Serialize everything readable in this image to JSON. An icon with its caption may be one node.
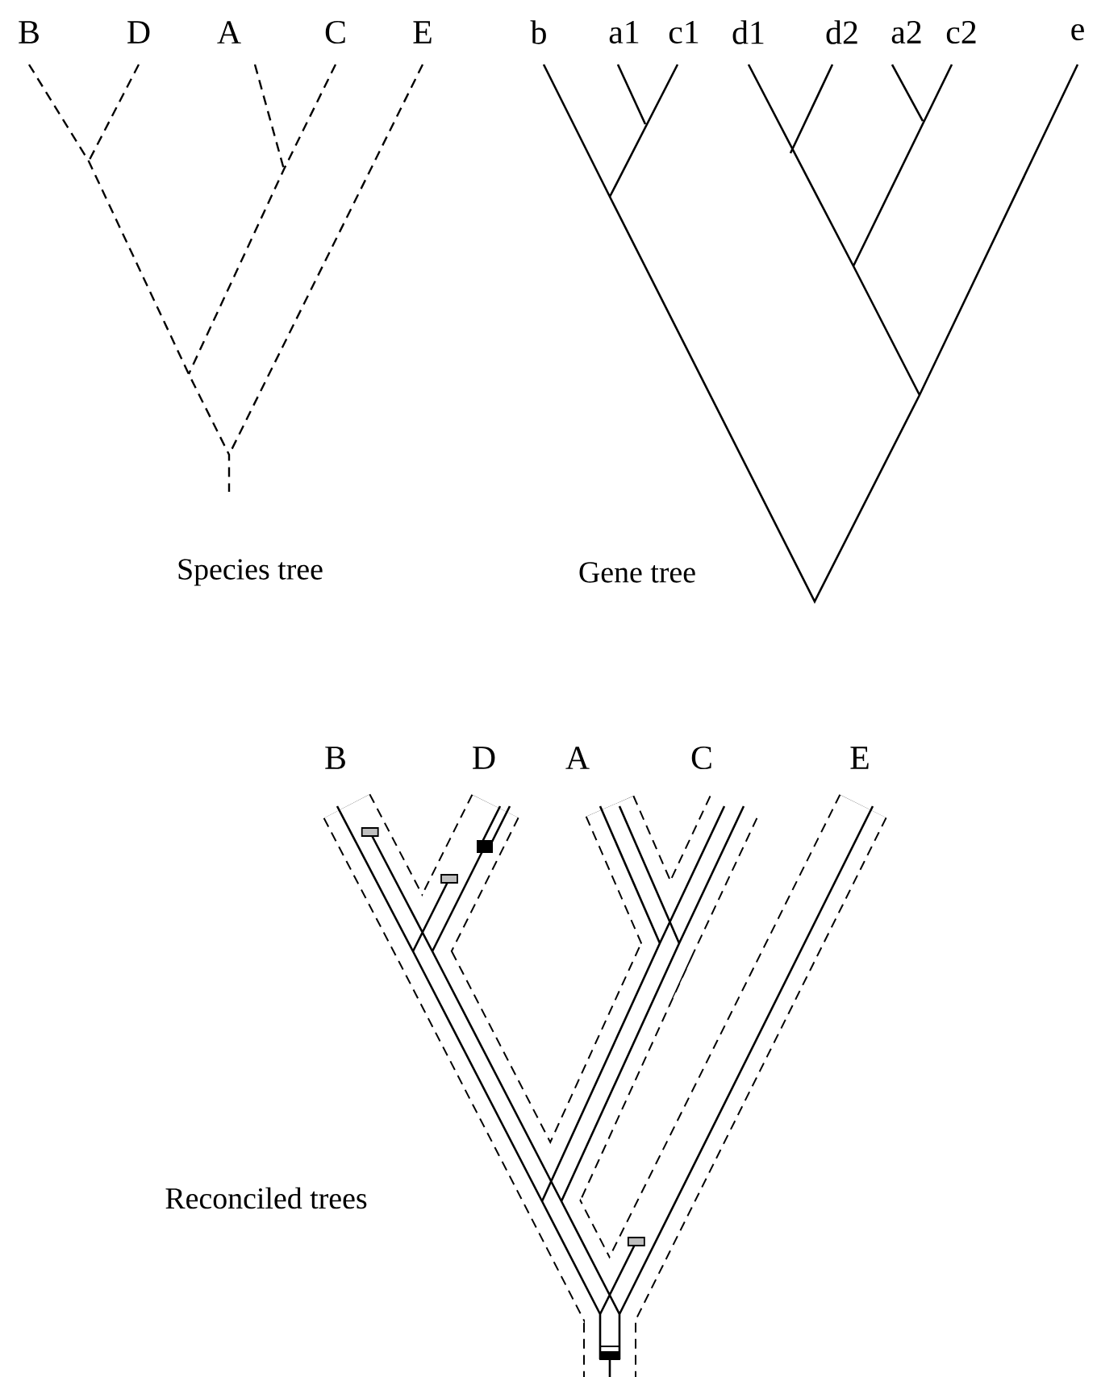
{
  "diagram": {
    "labels": [
      "B",
      "D",
      "A",
      "C",
      "E",
      "b",
      "a1",
      "c1",
      "d1",
      "d2",
      "a2",
      "c2",
      "e",
      "Species tree",
      "Gene tree",
      "B",
      "D",
      "A",
      "C",
      "E",
      "Reconciled trees"
    ]
  }
}
